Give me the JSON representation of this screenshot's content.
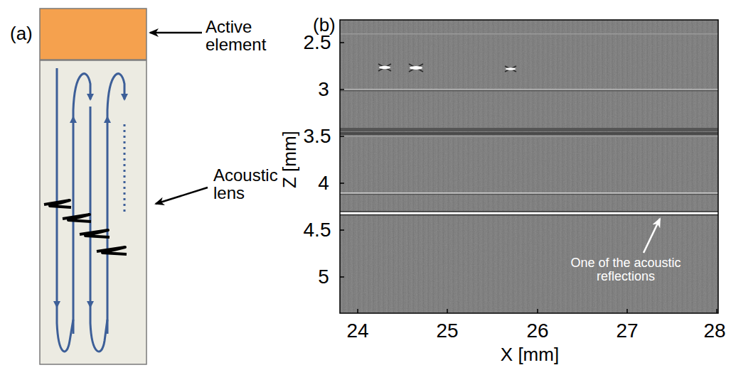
{
  "diagram": {
    "labels": [
      "(a)",
      "Active element",
      "Acoustic lens",
      "(b)",
      "2.5",
      "3",
      "3.5",
      "4",
      "4.5",
      "5",
      "Z [mm]",
      "24",
      "25",
      "26",
      "27",
      "28",
      "X [mm]",
      "One of the acoustic reflections"
    ]
  }
}
